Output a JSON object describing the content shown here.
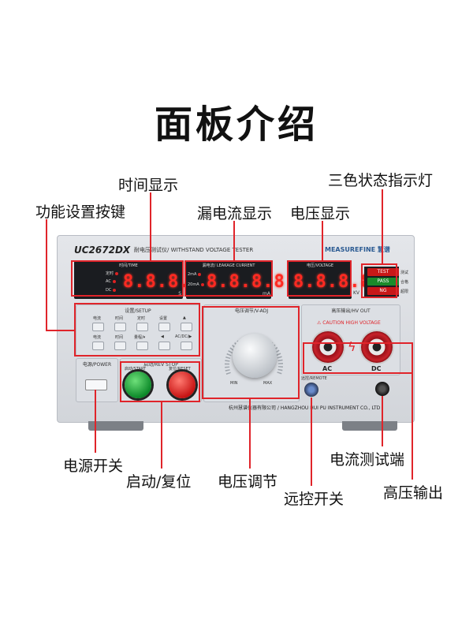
{
  "title": "面板介绍",
  "device": {
    "model": "UC2672DX",
    "subtitle": "耐电压测试仪/ WITHSTAND  VOLTAGE  TESTER",
    "brand": "MEASUREFINE 慧谱",
    "manufacturer": "杭州慧谱仪器有限公司 / HANGZHOU HUI PU INSTRUMENT CO., LTD",
    "time_panel": {
      "label": "时间/TIME",
      "value": "8.8.8.8",
      "unit": "S",
      "indicators": [
        "定时",
        "AC",
        "DC"
      ]
    },
    "leakage_panel": {
      "label": "漏电流/ LEAKAGE CURRENT",
      "value": "8.8.8.8",
      "unit": "mA",
      "indicators": [
        "2mA",
        "20mA"
      ]
    },
    "voltage_panel": {
      "label": "电压/VOLTAGE",
      "value": "8.8.8.8",
      "unit": "KV"
    },
    "status_lights": [
      {
        "label": "TEST",
        "side": "测试",
        "color": "#c81818"
      },
      {
        "label": "PASS",
        "side": "合格",
        "color": "#1a8a2a"
      },
      {
        "label": "NG",
        "side": "超限",
        "color": "#c81818"
      }
    ],
    "setup": {
      "label": "设置/SETUP",
      "keys_row1": [
        "电流",
        "时间",
        "定时",
        "设置",
        "▲"
      ],
      "keys_row2": [
        "电流",
        "时间",
        "量程/▾",
        "◀",
        "AC/DC/▶"
      ]
    },
    "vadj": {
      "label": "电压调节/V-ADJ",
      "min": "MIN",
      "max": "MAX"
    },
    "hv_out": {
      "label": "高压输出/HV OUT",
      "caution": "⚠ CAUTION HIGH VOLTAGE",
      "ac": "AC",
      "dc": "DC"
    },
    "power": {
      "label": "电源/POWER"
    },
    "start_stop": {
      "label": "启动/REV STOP",
      "start": "启动/START",
      "reset": "复位/RESET"
    },
    "remote": {
      "label": "远控/REMOTE"
    }
  },
  "callouts": {
    "time_display": "时间显示",
    "function_keys": "功能设置按键",
    "leakage_display": "漏电流显示",
    "voltage_display": "电压显示",
    "status_lights": "三色状态指示灯",
    "power_switch": "电源开关",
    "start_reset": "启动/复位",
    "voltage_adjust": "电压调节",
    "remote_switch": "远控开关",
    "current_terminal": "电流测试端",
    "hv_output": "高压输出"
  },
  "colors": {
    "callout_line": "#e0242a",
    "display_digits": "#ff2a22"
  }
}
